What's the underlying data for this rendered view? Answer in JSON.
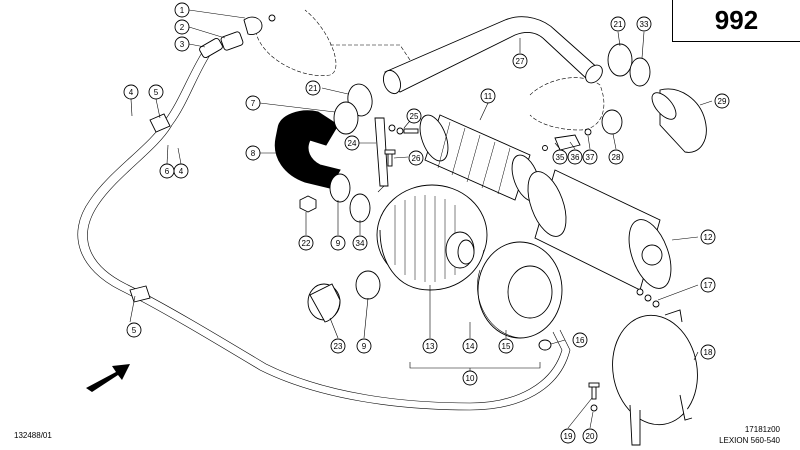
{
  "page_number": "992",
  "drawing_ref": "132488/01",
  "figure_code": "17181z00",
  "model": "LEXION 560-540",
  "callouts": {
    "c1": "1",
    "c2": "2",
    "c3": "3",
    "c4a": "4",
    "c4b": "4",
    "c5a": "5",
    "c5b": "5",
    "c6": "6",
    "c7": "7",
    "c8": "8",
    "c9a": "9",
    "c9b": "9",
    "c10": "10",
    "c11": "11",
    "c12": "12",
    "c13": "13",
    "c14": "14",
    "c15": "15",
    "c16": "16",
    "c17": "17",
    "c18": "18",
    "c19": "19",
    "c20": "20",
    "c21a": "21",
    "c21b": "21",
    "c22": "22",
    "c23": "23",
    "c24": "24",
    "c25": "25",
    "c26": "26",
    "c27": "27",
    "c28": "28",
    "c29": "29",
    "c33": "33",
    "c34": "34",
    "c35": "35",
    "c36": "36",
    "c37": "37"
  }
}
